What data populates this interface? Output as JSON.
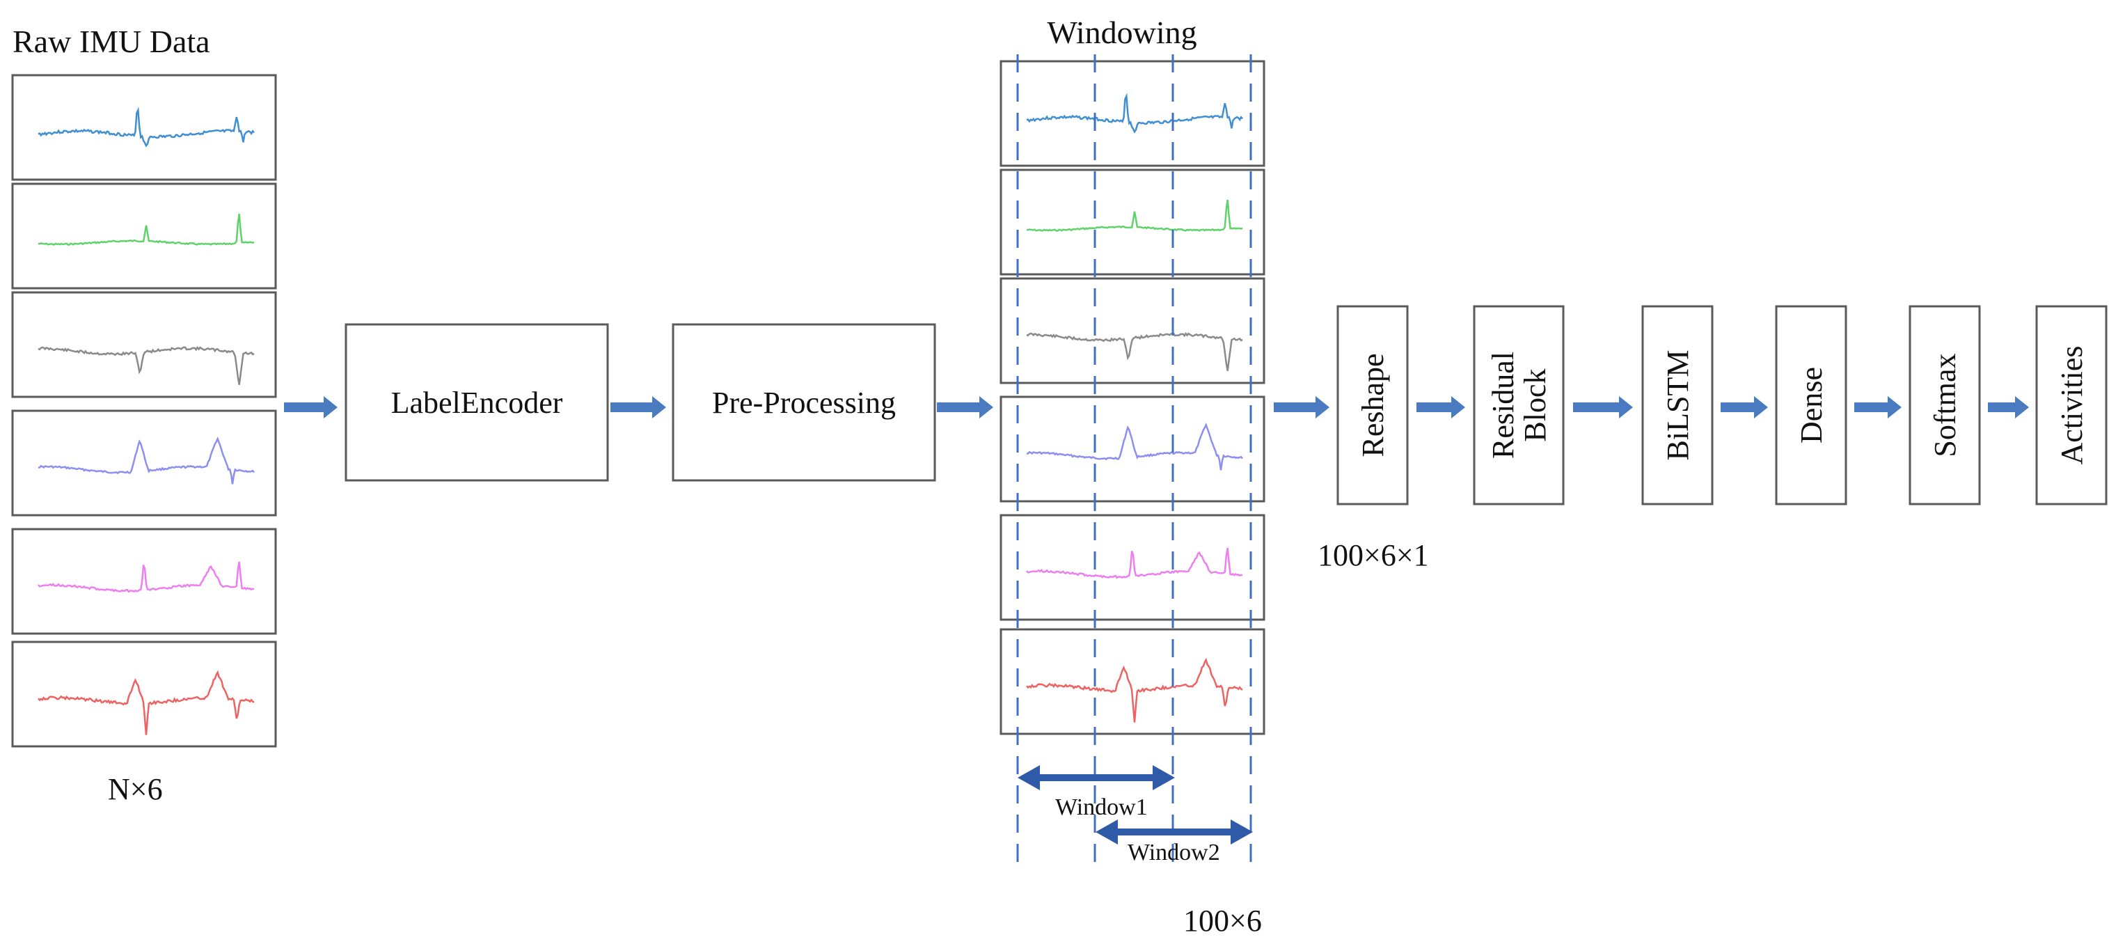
{
  "raw_data": {
    "title": "Raw IMU Data",
    "shape_label": "N×6",
    "channel_colors": [
      "#3f8fd2",
      "#5fd36a",
      "#8a8a8a",
      "#8d8ff0",
      "#ec7fef",
      "#ee6262"
    ]
  },
  "steps": {
    "label_encoder": "LabelEncoder",
    "pre_processing": "Pre-Processing"
  },
  "windowing": {
    "title": "Windowing",
    "window1_label": "Window1",
    "window2_label": "Window2",
    "shape_label": "100×6",
    "line_color": "#3f6fc6",
    "arrow_color": "#2f5aa8"
  },
  "model_blocks": [
    {
      "id": "reshape",
      "label": "Reshape"
    },
    {
      "id": "residual",
      "label": "Residual\nBlock"
    },
    {
      "id": "bilstm",
      "label": "BiLSTM"
    },
    {
      "id": "dense",
      "label": "Dense"
    },
    {
      "id": "softmax",
      "label": "Softmax"
    },
    {
      "id": "activities",
      "label": "Activities"
    }
  ],
  "reshape_shape_label": "100×6×1",
  "colors": {
    "flow_arrow": "#4a7ac0",
    "box_border": "#5a5a5a"
  }
}
